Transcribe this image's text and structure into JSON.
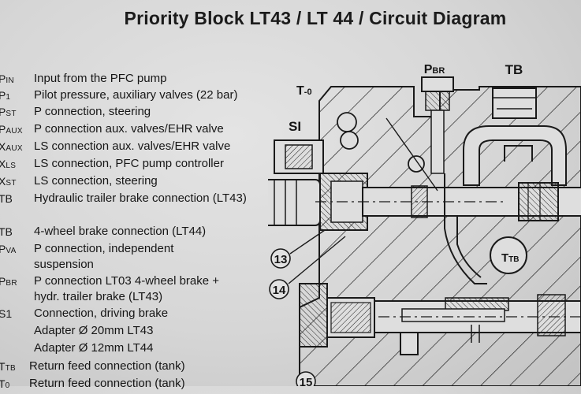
{
  "title": "Priority Block LT43 / LT 44 / Circuit Diagram",
  "legend": [
    {
      "code_main": "P",
      "code_sub": "IN",
      "description": "Input from the PFC pump"
    },
    {
      "code_main": "P",
      "code_sub": "1",
      "description": "Pilot pressure, auxiliary valves (22 bar)"
    },
    {
      "code_main": "P",
      "code_sub": "ST",
      "description": "P connection, steering"
    },
    {
      "code_main": "P",
      "code_sub": "AUX",
      "description": "P connection aux. valves/EHR valve"
    },
    {
      "code_main": "X",
      "code_sub": "AUX",
      "description": "LS connection aux. valves/EHR valve"
    },
    {
      "code_main": "X",
      "code_sub": "LS",
      "description": "LS connection, PFC pump controller"
    },
    {
      "code_main": "X",
      "code_sub": "ST",
      "description": "LS connection, steering"
    },
    {
      "code_main": "TB",
      "code_sub": "",
      "description": "Hydraulic trailer brake connection (LT43)"
    },
    {
      "code_main": "TB",
      "code_sub": "",
      "description": "4-wheel brake connection (LT44)"
    },
    {
      "code_main": "P",
      "code_sub": "VA",
      "description": "P connection, independent suspension"
    },
    {
      "code_main": "P",
      "code_sub": "BR",
      "description": "P connection LT03 4-wheel brake + hydr. trailer brake (LT43)"
    },
    {
      "code_main": "S1",
      "code_sub": "",
      "description": "Connection, driving brake"
    },
    {
      "code_main": "",
      "code_sub": "",
      "description": "Adapter Ø 20mm LT43"
    },
    {
      "code_main": "",
      "code_sub": "",
      "description": "Adapter Ø 12mm LT44"
    },
    {
      "code_main": "T",
      "code_sub": "TB",
      "description": "Return feed connection (tank)"
    },
    {
      "code_main": "T",
      "code_sub": "0",
      "description": "Return feed connection (tank)"
    }
  ],
  "diagram": {
    "labels": {
      "pbr_main": "P",
      "pbr_sub": "BR",
      "tb": "TB",
      "t0_main": "T",
      "t0_sub": "-0",
      "si": "SI",
      "ttb_main": "T",
      "ttb_sub": "TB"
    },
    "callouts": [
      "13",
      "14",
      "15"
    ]
  }
}
